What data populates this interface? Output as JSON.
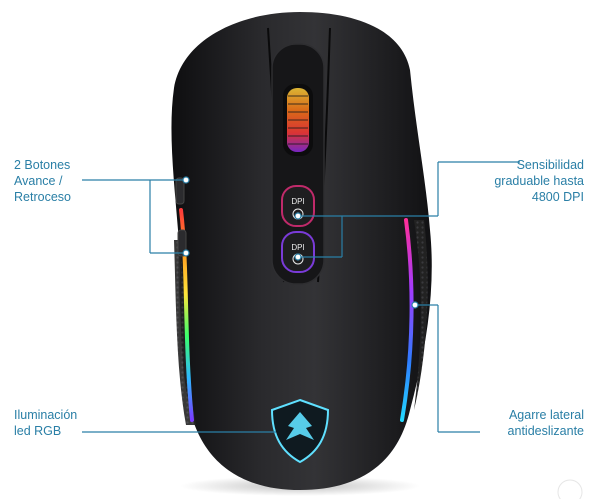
{
  "callouts": {
    "side_buttons": {
      "lines": [
        "2 Botones",
        "Avance /",
        "Retroceso"
      ]
    },
    "dpi": {
      "lines": [
        "Sensibilidad",
        "graduable hasta",
        "4800 DPI"
      ]
    },
    "rgb": {
      "lines": [
        "Iluminación",
        "led RGB"
      ]
    },
    "grip": {
      "lines": [
        "Agarre lateral",
        "antideslizante"
      ]
    }
  },
  "mouse": {
    "dpi_up_label": "DPI",
    "dpi_up_symbol": "+",
    "dpi_down_label": "DPI",
    "dpi_down_symbol": "−"
  },
  "colors": {
    "callout": "#2a7fa6",
    "body": "#1b1b1d",
    "rgb_left": [
      "#ff3b3b",
      "#ff9a1f",
      "#ffe53b",
      "#3bff6b",
      "#2fb8ff",
      "#7a3bff"
    ],
    "rgb_right": [
      "#ff2f9a",
      "#a23bff",
      "#2f7bff",
      "#23d8ff"
    ]
  }
}
